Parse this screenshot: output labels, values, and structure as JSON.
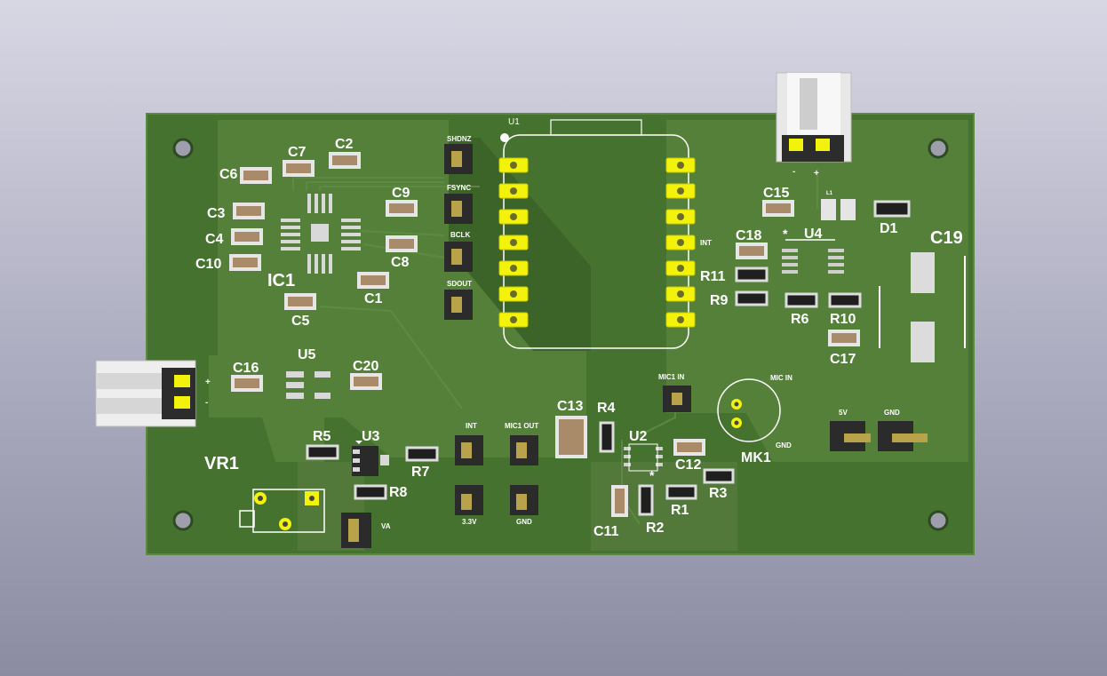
{
  "view": {
    "background_top": "#d7d7e4",
    "background_bottom": "#8b8ba2",
    "board_color": "#3f6a2d",
    "board_edge_color": "#527a3c",
    "pad_color": "#f2f20a",
    "silkscreen_color": "#ffffff"
  },
  "designators": {
    "c2": "C2",
    "c7": "C7",
    "c6": "C6",
    "c3": "C3",
    "c4": "C4",
    "c10": "C10",
    "ic1": "IC1",
    "c9": "C9",
    "c8": "C8",
    "c1": "C1",
    "c5": "C5",
    "u1": "U1",
    "c15": "C15",
    "d1": "D1",
    "c18": "C18",
    "u4": "U4",
    "c19": "C19",
    "r11": "R11",
    "r9": "R9",
    "r6": "R6",
    "r10": "R10",
    "c17": "C17",
    "c16": "C16",
    "u5": "U5",
    "c20": "C20",
    "c13": "C13",
    "r4": "R4",
    "u2": "U2",
    "c12": "C12",
    "r3": "R3",
    "mk1": "MK1",
    "r5": "R5",
    "u3": "U3",
    "r7": "R7",
    "r8": "R8",
    "vr1": "VR1",
    "c11": "C11",
    "r2": "R2",
    "r1": "R1"
  },
  "pin_labels": {
    "shdnz": "SHDNZ",
    "fsync": "FSYNC",
    "bclk": "BCLK",
    "sdout": "SDOUT",
    "int_u1": "INT",
    "mic1_in": "MIC1 IN",
    "mic_in": "MIC IN",
    "gnd_mk1": "GND",
    "v5": "5V",
    "gnd_pwr": "GND",
    "int_hdr": "INT",
    "mic1_out": "MIC1 OUT",
    "v33": "3.3V",
    "gnd_hdr": "GND",
    "va": "VA",
    "l1": "L1",
    "minus_top": "-",
    "plus_top": "+",
    "plus_left": "+",
    "minus_left": "-",
    "star_u4": "*",
    "star_u2": "*"
  }
}
